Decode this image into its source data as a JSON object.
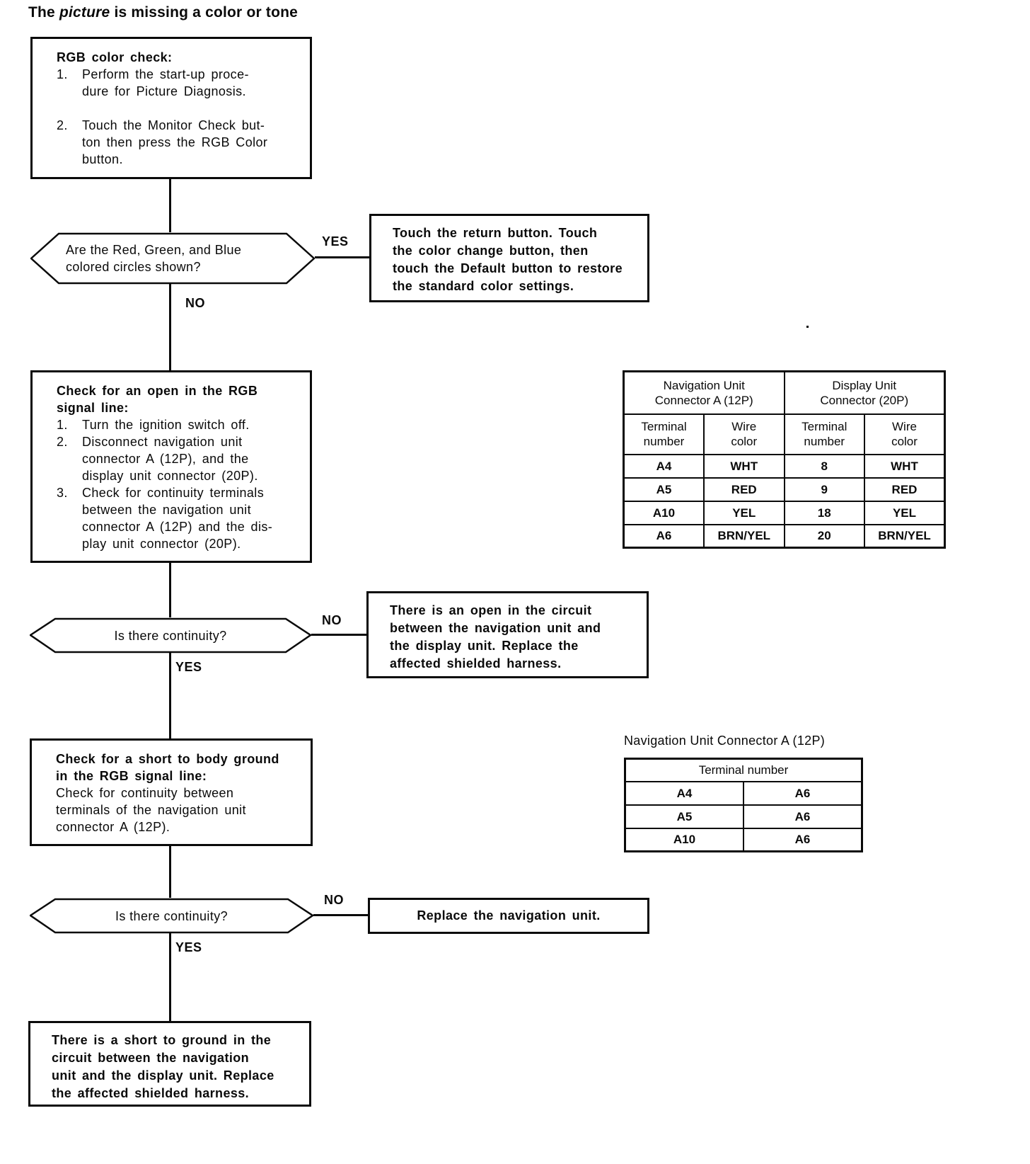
{
  "title": {
    "prefix": "The ",
    "italic": "picture",
    "suffix": " is missing a color or tone"
  },
  "colors": {
    "ink": "#0a0a0a",
    "paper": "#ffffff"
  },
  "flow": {
    "box1": {
      "heading": "RGB color check:",
      "items": [
        {
          "num": "1.",
          "text": "Perform the start-up proce-\ndure for Picture Diagnosis."
        },
        {
          "num": "2.",
          "text": "Touch the Monitor Check but-\nton then press the RGB Color\nbutton."
        }
      ]
    },
    "decision1": {
      "text": "Are the Red, Green, and Blue\ncolored circles shown?",
      "yes_label": "YES",
      "no_label": "NO"
    },
    "yes_box1": {
      "text": "Touch the return button. Touch\nthe color change button, then\ntouch the Default button to restore\nthe standard color settings."
    },
    "box2": {
      "heading": "Check for an open in the RGB\nsignal line:",
      "items": [
        {
          "num": "1.",
          "text": "Turn the ignition switch off."
        },
        {
          "num": "2.",
          "text": "Disconnect navigation unit\nconnector A (12P), and the\ndisplay unit connector (20P)."
        },
        {
          "num": "3.",
          "text": "Check for continuity terminals\nbetween the navigation unit\nconnector A (12P) and the dis-\nplay unit connector (20P)."
        }
      ]
    },
    "decision2": {
      "text": "Is there continuity?",
      "yes_label": "YES",
      "no_label": "NO"
    },
    "no_box2": {
      "text": "There is an open in the circuit\nbetween the navigation unit and\nthe display unit. Replace the\naffected shielded harness."
    },
    "box3": {
      "heading": "Check for a short to body ground\nin the RGB signal line:",
      "body": "Check for continuity between\nterminals of the navigation unit\nconnector A (12P)."
    },
    "decision3": {
      "text": "Is there continuity?",
      "yes_label": "YES",
      "no_label": "NO"
    },
    "no_box3": {
      "text": "Replace the navigation unit."
    },
    "final_box": {
      "text": "There is a short to ground in the\ncircuit between the navigation\nunit and the display unit. Replace\nthe affected shielded harness."
    }
  },
  "table1": {
    "group_headers": [
      "Navigation Unit\nConnector A (12P)",
      "Display Unit\nConnector (20P)"
    ],
    "col_headers": [
      "Terminal\nnumber",
      "Wire\ncolor",
      "Terminal\nnumber",
      "Wire\ncolor"
    ],
    "rows": [
      [
        "A4",
        "WHT",
        "8",
        "WHT"
      ],
      [
        "A5",
        "RED",
        "9",
        "RED"
      ],
      [
        "A10",
        "YEL",
        "18",
        "YEL"
      ],
      [
        "A6",
        "BRN/YEL",
        "20",
        "BRN/YEL"
      ]
    ]
  },
  "table2": {
    "caption": "Navigation Unit Connector A (12P)",
    "header": "Terminal number",
    "rows": [
      [
        "A4",
        "A6"
      ],
      [
        "A5",
        "A6"
      ],
      [
        "A10",
        "A6"
      ]
    ]
  }
}
